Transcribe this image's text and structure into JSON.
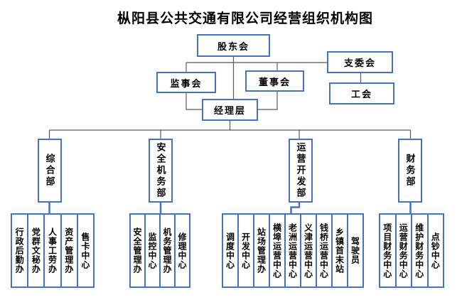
{
  "title": "枞阳县公共交通有限公司经营组织机构图",
  "colors": {
    "box_border": "#4472C4",
    "connector": "#595959",
    "text": "#000000",
    "background": "#ffffff"
  },
  "nodes": {
    "shareholders": "股东会",
    "supervisory_board": "监事会",
    "board_of_directors": "董事会",
    "branch_committee": "支委会",
    "labor_union": "工会",
    "management": "经理层"
  },
  "departments": [
    {
      "label": "综合部"
    },
    {
      "label": "安全机务部"
    },
    {
      "label": "运营开发部"
    },
    {
      "label": "财务部"
    }
  ],
  "groups": [
    {
      "parent": "综合部",
      "units": [
        "行政后勤办",
        "党群文秘办",
        "人事工劳办",
        "资产管理办",
        "售卡中心"
      ]
    },
    {
      "parent": "安全机务部",
      "units": [
        "安全管理办",
        "监控中心",
        "机务管理办",
        "修理中心"
      ]
    },
    {
      "parent": "运营开发部",
      "units": [
        "调度中心",
        "开发中心",
        "站场管理办",
        "横埠运营中心",
        "老洲运营中心",
        "义津运营中心",
        "钱桥运营中心",
        "乡镇首末站",
        "驾驶员"
      ]
    },
    {
      "parent": "财务部",
      "units": [
        "项目财务中心",
        "运营财务中心",
        "维护财务中心",
        "点钞中心"
      ]
    }
  ]
}
